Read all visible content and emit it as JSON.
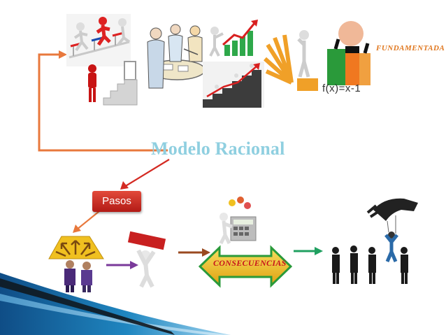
{
  "diagram": {
    "title": "Modelo Racional",
    "steps_button": "Pasos",
    "fundamentada_label": "FUNDAMENTADA",
    "formula": "f(x)=x-1",
    "consecuencias_label": "CONSECUENCIAS"
  },
  "colors": {
    "title": "#8fcfe0",
    "loop_arrow": "#e8783c",
    "pasos_button": "#d1302a",
    "to_pasos_arrow": "#d42a22",
    "decorative_ribbon": "#1a6fa8",
    "consecuencias_arrow": "#f0c020",
    "arrow_purple": "#7a3a9a",
    "arrow_brown": "#9a4a20",
    "arrow_green": "#20a060"
  },
  "icons": [
    "hurdle-race-icon",
    "business-meeting-icon",
    "growth-chart-icon",
    "stairs-to-door-icon",
    "rising-stairs-chart-icon",
    "thinking-figure-arrows-icon",
    "fundamental-figure-icon",
    "crossroads-icon",
    "figure-carrying-sign-icon",
    "calculator-figure-icon",
    "puppet-hand-people-icon"
  ]
}
